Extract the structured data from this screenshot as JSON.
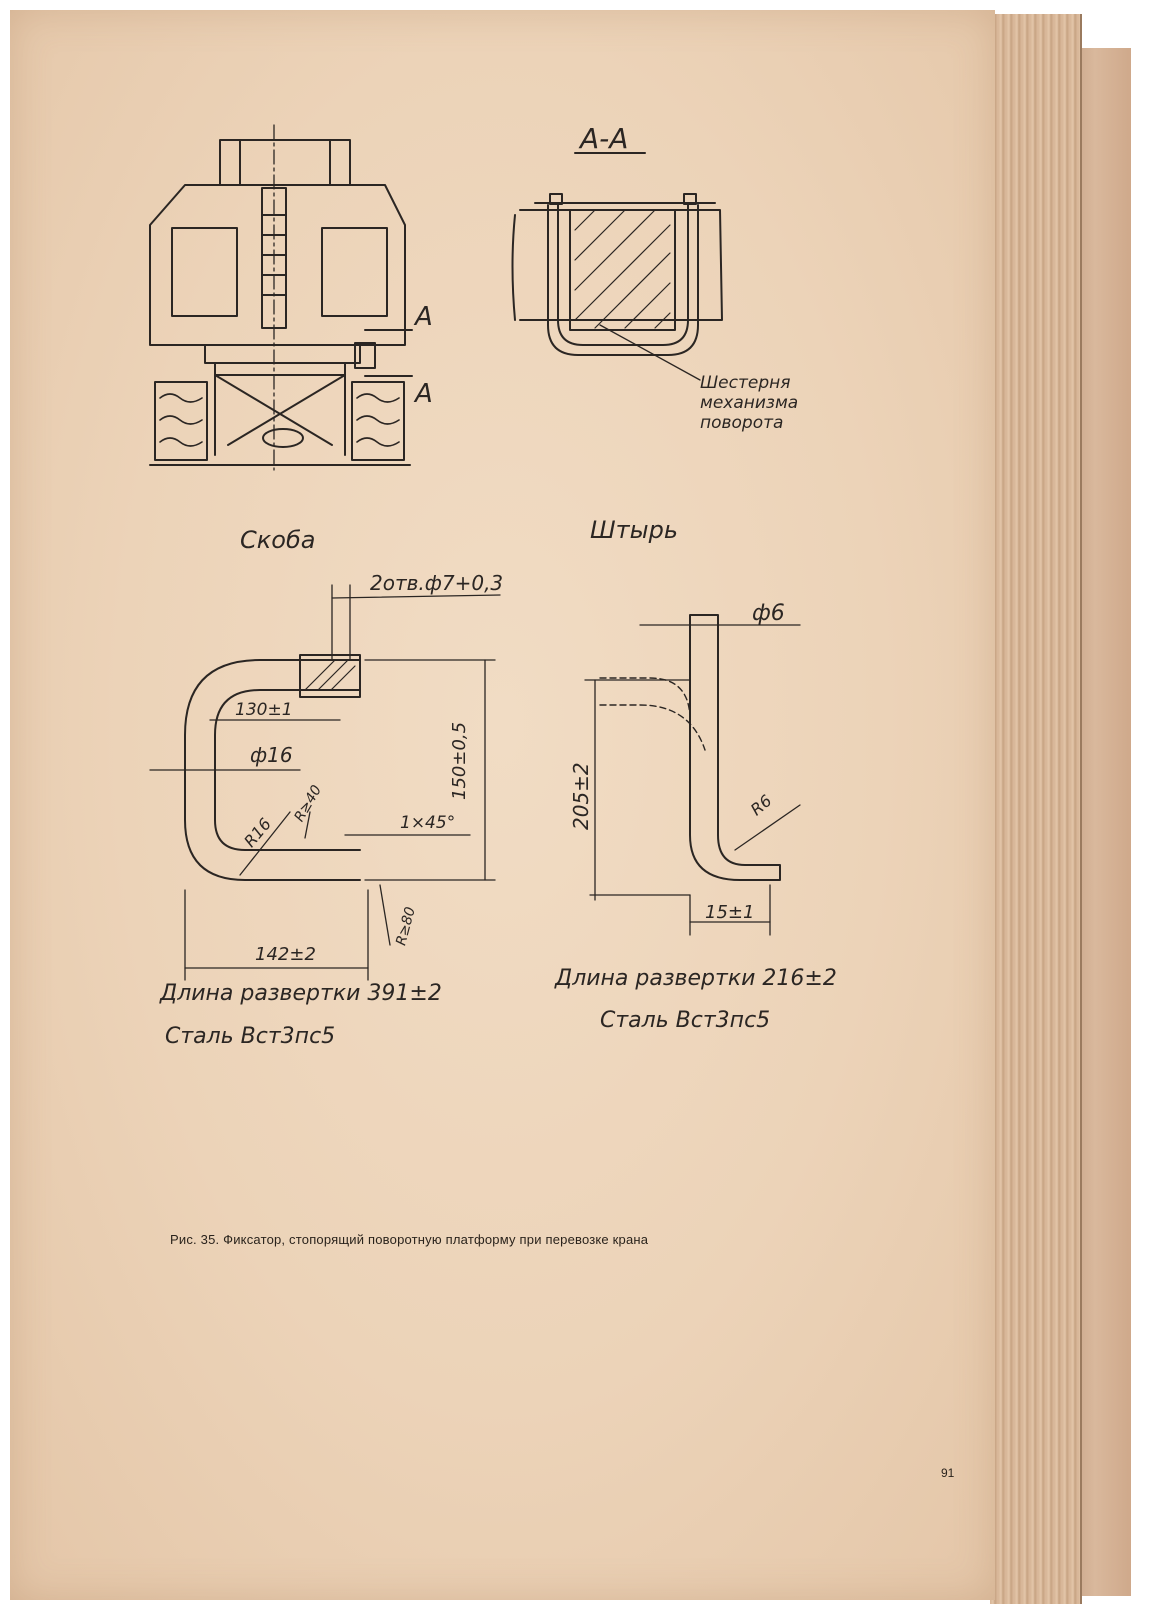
{
  "figure": {
    "section_label": "А-А",
    "marker_a1": "А",
    "marker_a2": "А",
    "leader_line1": "Шестерня",
    "leader_line2": "механизма",
    "leader_line3": "поворота"
  },
  "bracket": {
    "title": "Скоба",
    "holes": "2отв.ф7+0,3",
    "dim_130": "130±1",
    "dim_d16": "ф16",
    "dim_r40": "R≥40",
    "dim_r16": "R16",
    "dim_chamfer": "1×45°",
    "dim_150": "150±0,5",
    "dim_142": "142±2",
    "dim_r80": "R≥80",
    "unfold_length": "Длина развертки 391±2",
    "material": "Сталь Вст3пс5"
  },
  "pin": {
    "title": "Штырь",
    "dim_d6": "ф6",
    "dim_205": "205±2",
    "dim_r6": "R6",
    "dim_15": "15±1",
    "unfold_length": "Длина развертки 216±2",
    "material": "Сталь Вст3пс5"
  },
  "caption": "Рис. 35. Фиксатор, стопорящий поворотную платформу при перевозке крана",
  "page_number": "91"
}
